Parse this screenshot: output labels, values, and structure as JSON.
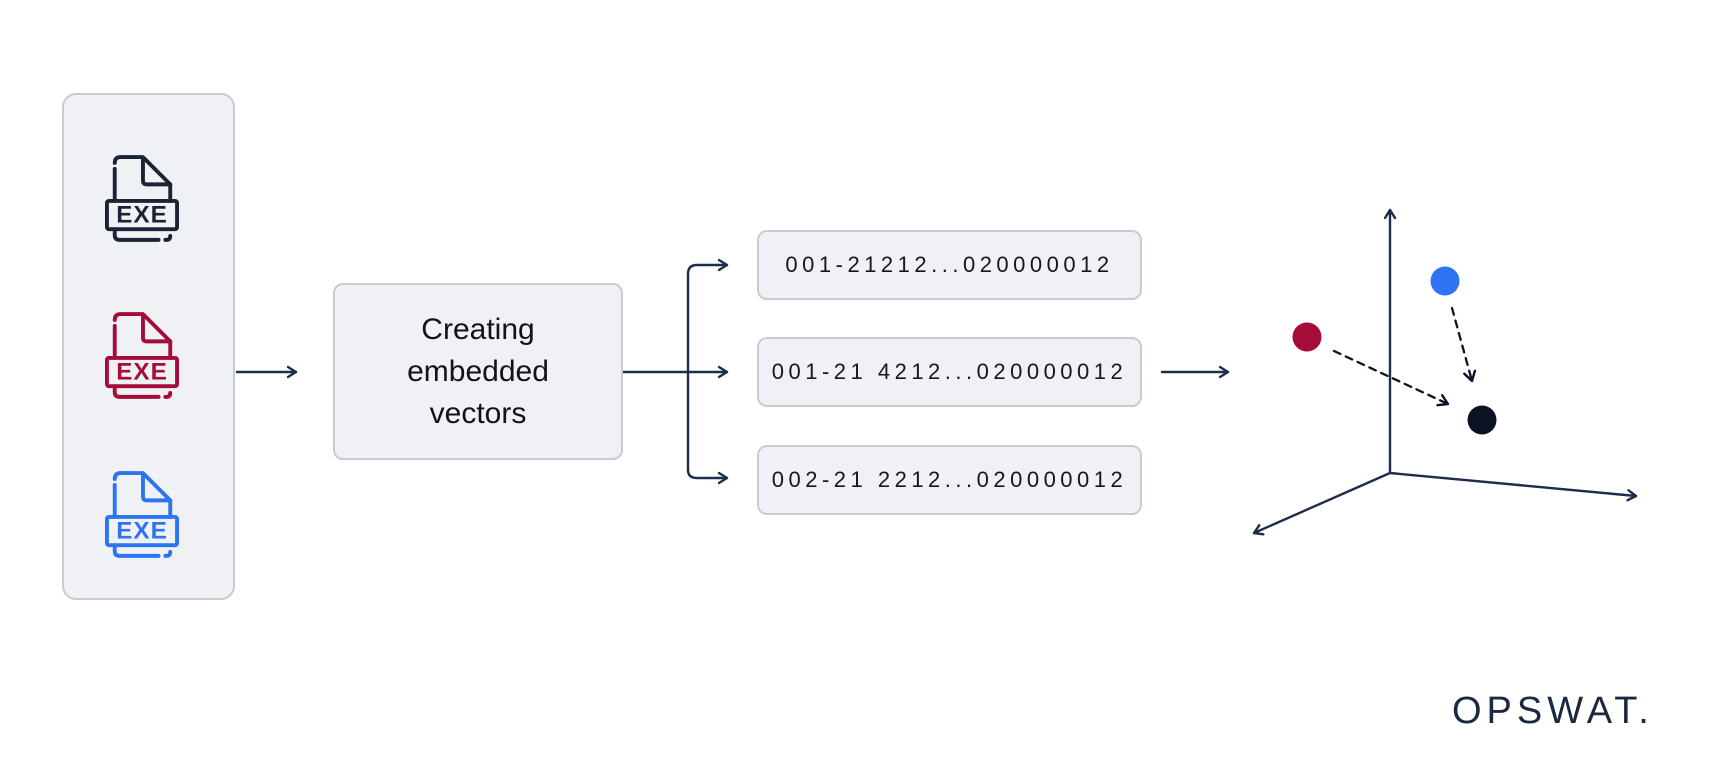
{
  "title": "Creating embedded vectors diagram",
  "palette": {
    "navy": "#1e2c4e",
    "dark": "#0b1222",
    "crimson": "#a50d38",
    "blue": "#2d74f2",
    "panel_bg": "#eff1f4",
    "panel_border": "#c8ccd2",
    "text_dark": "#14181d"
  },
  "files": {
    "items": [
      {
        "label": "EXE",
        "type": "executable-file-dark",
        "color": "#1b2436"
      },
      {
        "label": "EXE",
        "type": "executable-file-crimson",
        "color": "#a50d38"
      },
      {
        "label": "EXE",
        "type": "executable-file-blue",
        "color": "#2d74f2"
      }
    ]
  },
  "process": {
    "label": "Creating embedded vectors"
  },
  "vectors": [
    {
      "value": "001-21212...020000012"
    },
    {
      "value": "001-21 4212...020000012"
    },
    {
      "value": "002-21 2212...020000012"
    }
  ],
  "scatter": {
    "points": [
      {
        "name": "crimson-point",
        "color": "#a50d38"
      },
      {
        "name": "blue-point",
        "color": "#2d74f2"
      },
      {
        "name": "dark-point",
        "color": "#0b1222"
      }
    ]
  },
  "logo": {
    "text": "OPSWAT."
  }
}
